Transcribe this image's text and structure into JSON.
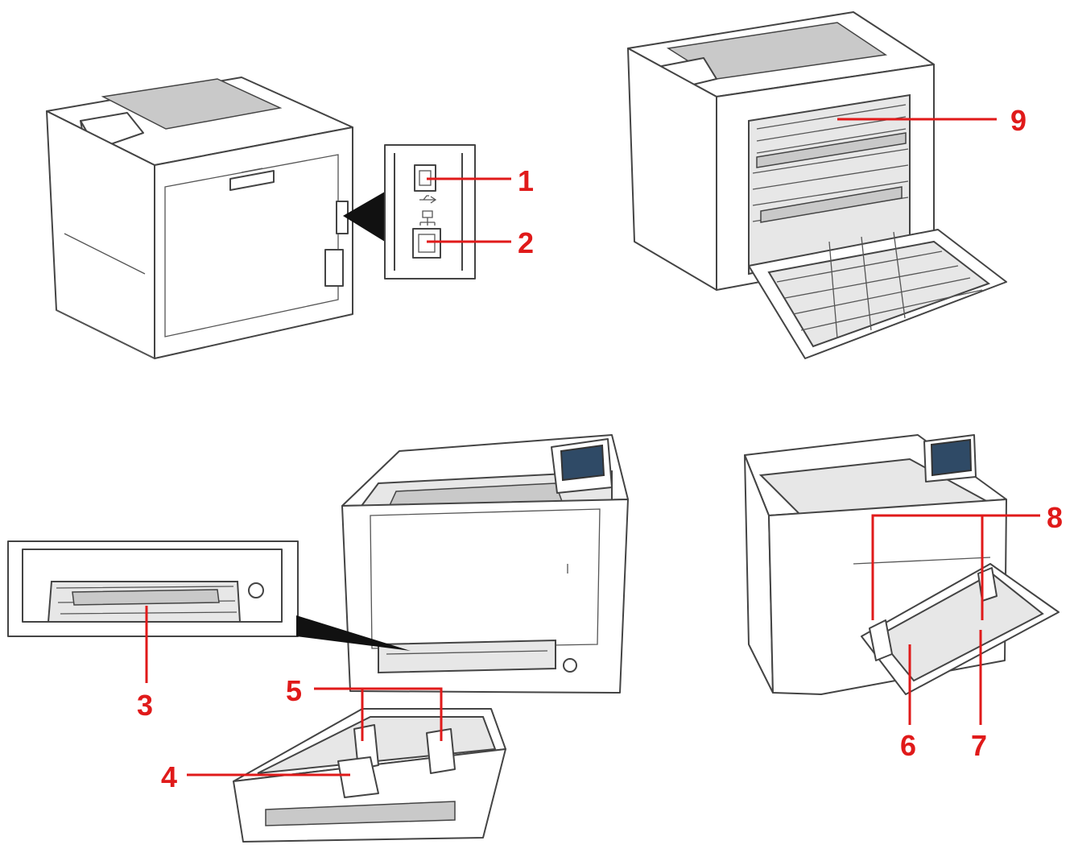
{
  "callouts": {
    "c1": "1",
    "c2": "2",
    "c3": "3",
    "c4": "4",
    "c5": "5",
    "c6": "6",
    "c7": "7",
    "c8": "8",
    "c9": "9"
  },
  "colors": {
    "callout": "#e01a1a",
    "outline": "#444444",
    "panel_shade": "#e7e7e7",
    "screen": "#2f4a66"
  },
  "icons": [
    "usb-icon",
    "network-icon"
  ]
}
